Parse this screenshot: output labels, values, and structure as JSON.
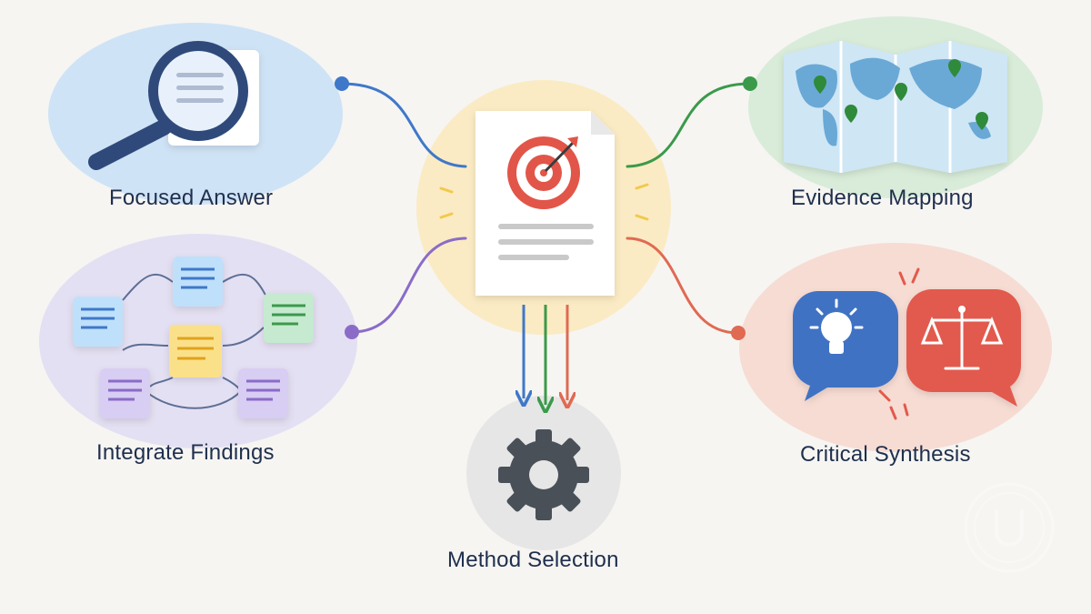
{
  "nodes": {
    "focused_answer": {
      "label": "Focused Answer",
      "icon": "magnifying-glass-icon",
      "color": "#cfe3f6"
    },
    "evidence_mapping": {
      "label": "Evidence Mapping",
      "icon": "world-map-icon",
      "color": "#d8ecd9"
    },
    "integrate_findings": {
      "label": "Integrate Findings",
      "icon": "connected-notes-icon",
      "color": "#e4e0f3"
    },
    "critical_synthesis": {
      "label": "Critical Synthesis",
      "icon": "lightbulb-and-scales-icon",
      "color": "#f7dcd3"
    },
    "method_selection": {
      "label": "Method Selection",
      "icon": "gear-icon",
      "color": "#e6e6e6"
    }
  },
  "center": {
    "icon": "target-document-icon",
    "color": "#fbebc4"
  },
  "colors": {
    "blue": "#3f78c9",
    "green": "#3a9a4a",
    "purple": "#8a6cc8",
    "red": "#e06a52",
    "text": "#1f2f4d"
  }
}
